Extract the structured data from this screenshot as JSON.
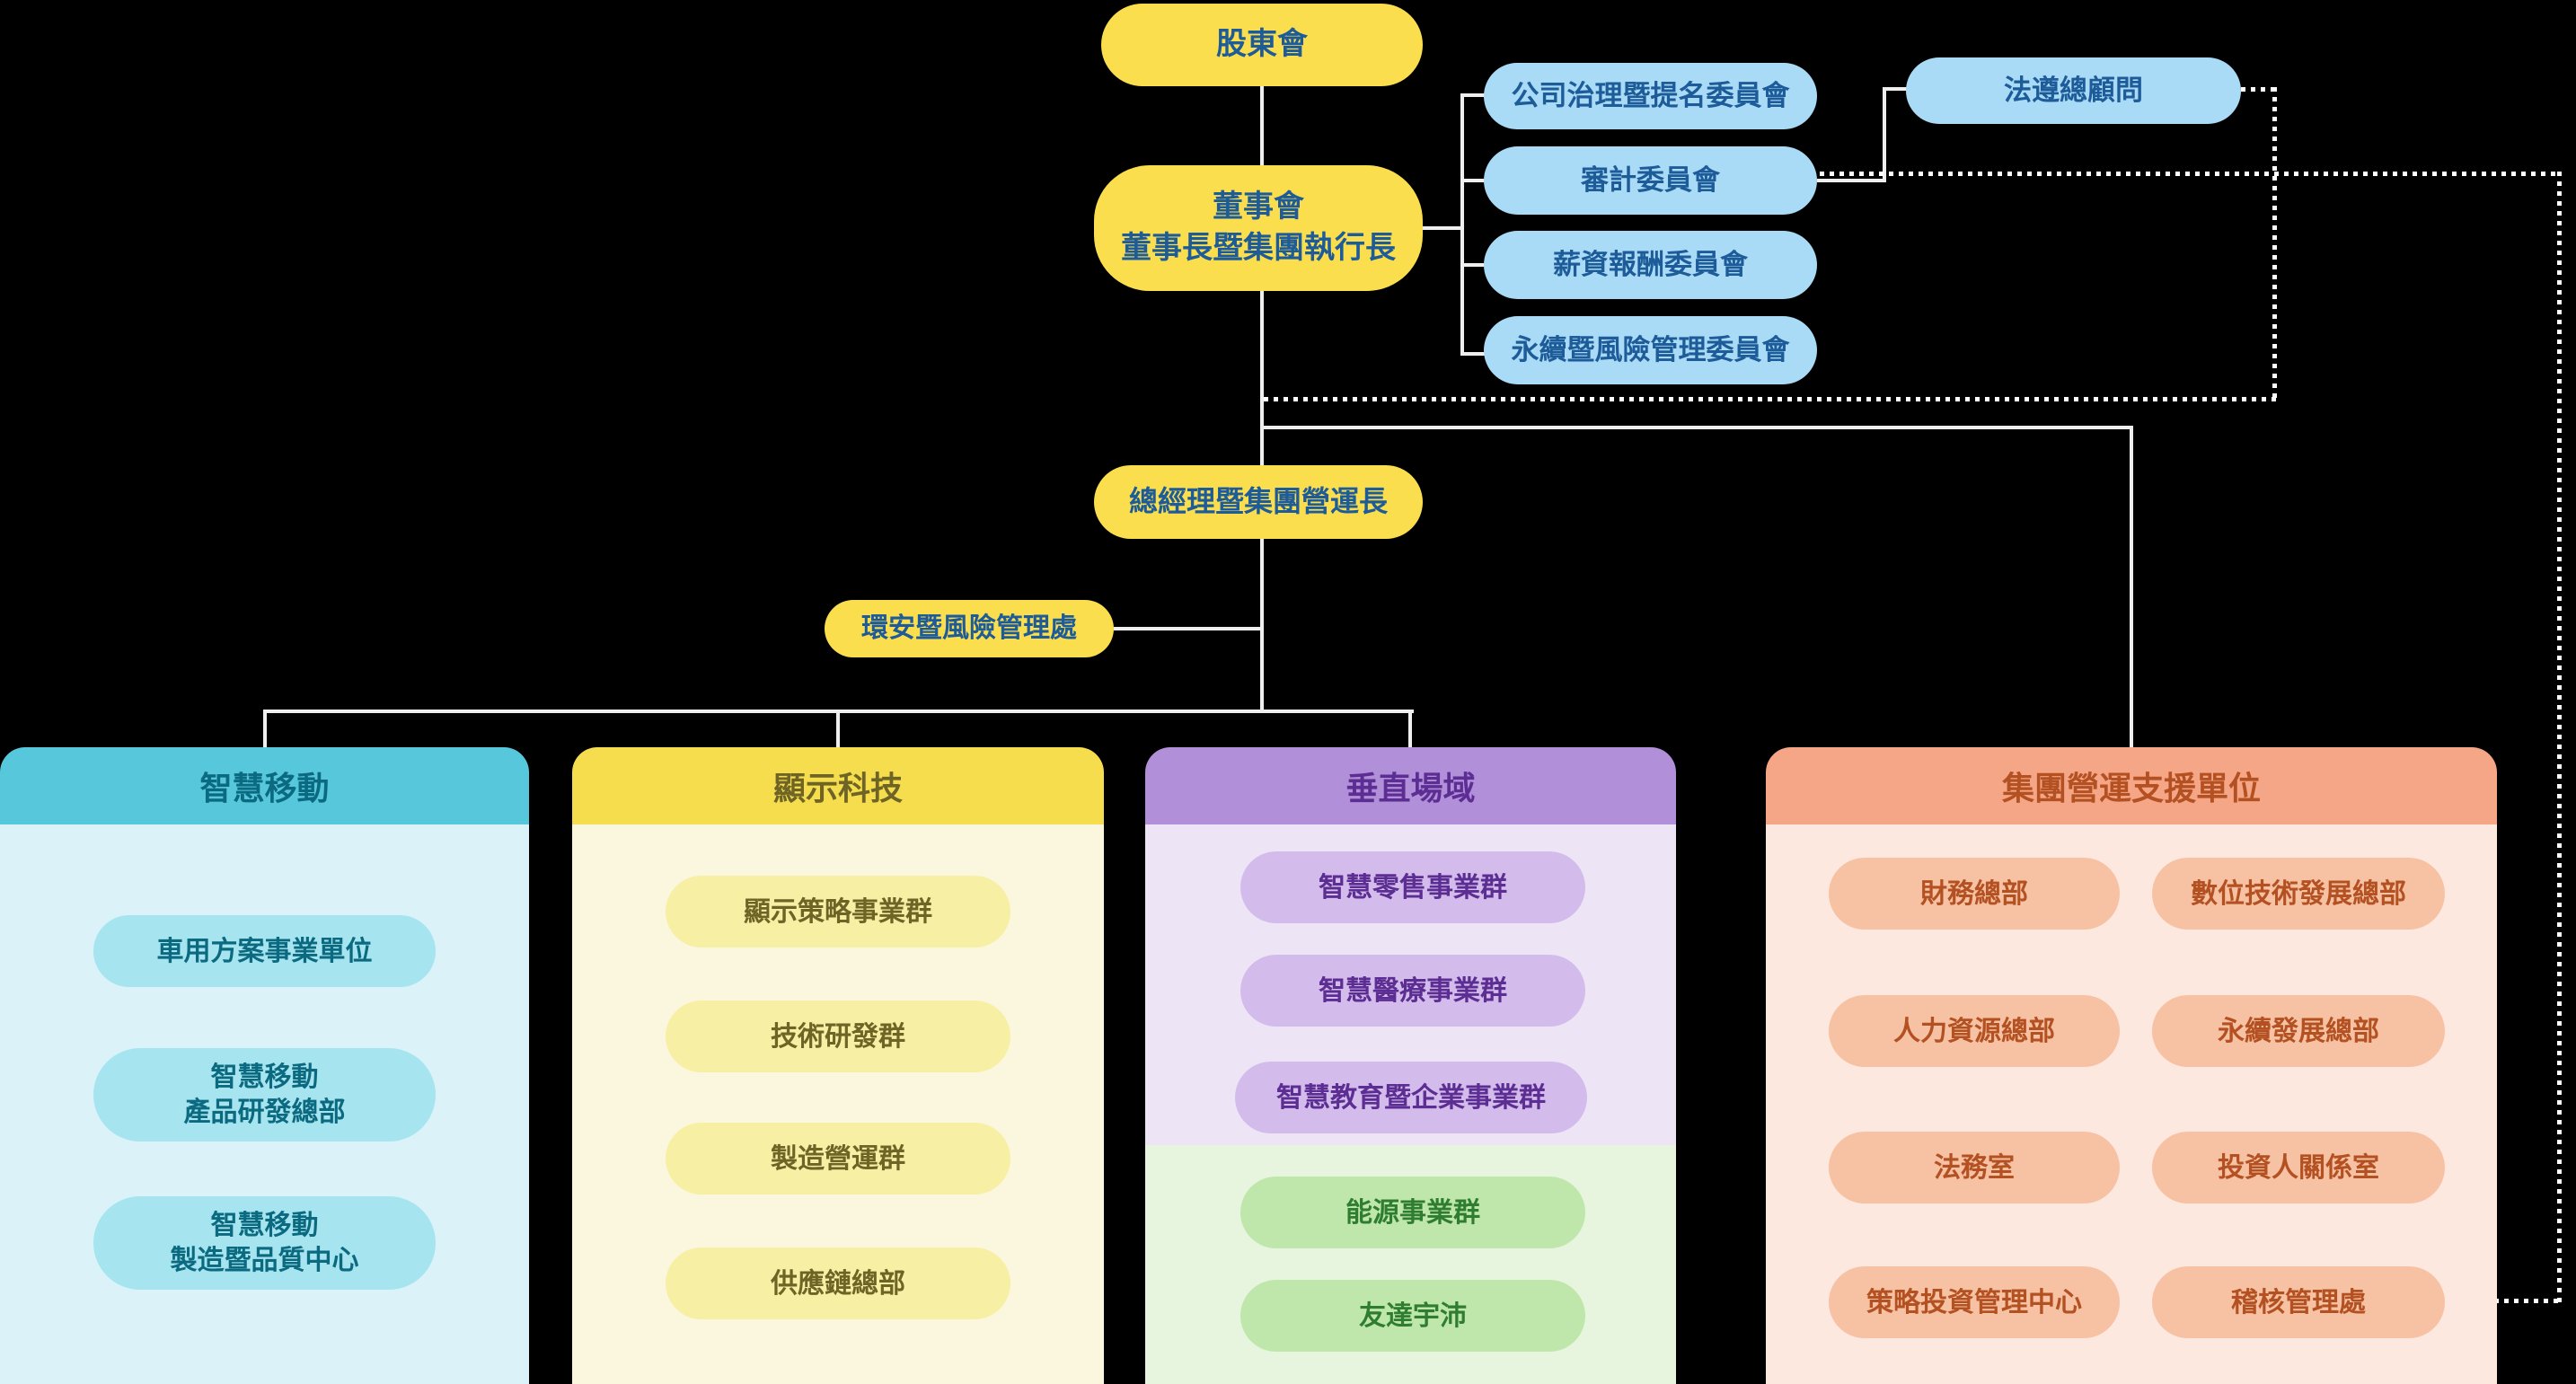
{
  "nodes": {
    "shareholders": "股東會",
    "board": "董事會\n董事長暨集團執行長",
    "committees": [
      "公司治理暨提名委員會",
      "審計委員會",
      "薪資報酬委員會",
      "永續暨風險管理委員會"
    ],
    "compliance": "法遵總顧問",
    "president": "總經理暨集團營運長",
    "ehs": "環安暨風險管理處"
  },
  "columns": [
    {
      "title": "智慧移動",
      "items": [
        "車用方案事業單位",
        "智慧移動\n產品研發總部",
        "智慧移動\n製造暨品質中心"
      ]
    },
    {
      "title": "顯示科技",
      "items": [
        "顯示策略事業群",
        "技術研發群",
        "製造營運群",
        "供應鏈總部"
      ]
    },
    {
      "title": "垂直場域",
      "items": [
        "智慧零售事業群",
        "智慧醫療事業群",
        "智慧教育暨企業事業群"
      ],
      "green_items": [
        "能源事業群",
        "友達宇沛"
      ]
    },
    {
      "title": "集團營運支援單位",
      "items_left": [
        "財務總部",
        "人力資源總部",
        "法務室",
        "策略投資管理中心"
      ],
      "items_right": [
        "數位技術發展總部",
        "永續發展總部",
        "投資人關係室",
        "稽核管理處"
      ]
    }
  ],
  "colors": {
    "background": "#000000",
    "yellow_node": "#FBDE4D",
    "navy_text": "#1D5B99",
    "blue_node": "#A9DBF7",
    "mobility_header": "#57C7DC",
    "mobility_body": "#DAF2F8",
    "mobility_pill": "#A6E4EF",
    "mobility_text": "#0B6A80",
    "display_header": "#F6DD4D",
    "display_body": "#FBF7DE",
    "display_pill": "#F7EFA4",
    "display_text": "#6E6426",
    "vertical_header": "#B28FD9",
    "vertical_body": "#EDE5F6",
    "vertical_pill": "#D3BCEC",
    "vertical_text": "#5C2D92",
    "energy_body": "#E7F5DF",
    "energy_pill": "#BFE7AC",
    "energy_text": "#2F7D31",
    "support_header": "#F4A687",
    "support_body": "#FCE8DF",
    "support_pill": "#F7C2A3",
    "support_text": "#B45122",
    "line_solid": "#EFEFEF",
    "line_dotted": "#FFFFFF"
  }
}
